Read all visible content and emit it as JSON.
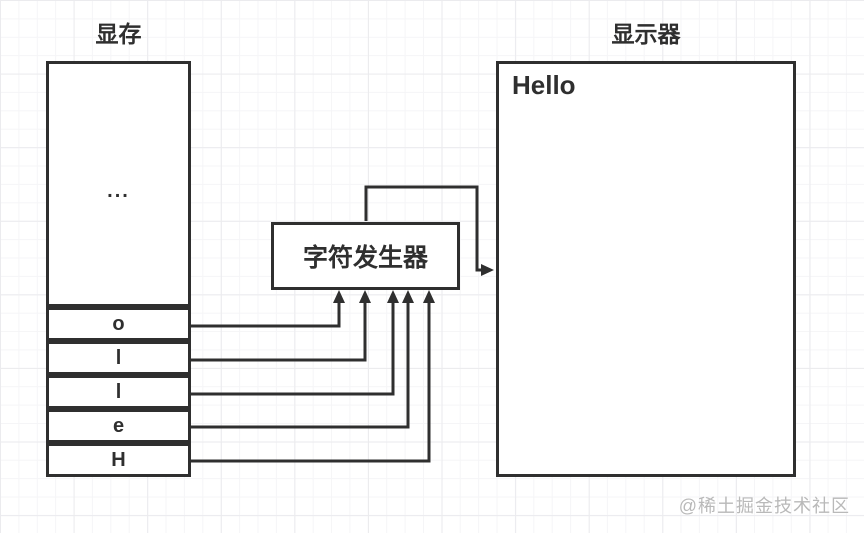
{
  "memory": {
    "title": "显存",
    "ellipsis": "...",
    "cells": [
      "o",
      "l",
      "l",
      "e",
      "H"
    ]
  },
  "generator": {
    "label": "字符发生器"
  },
  "display": {
    "title": "显示器",
    "content": "Hello"
  },
  "watermark": "@稀土掘金技术社区",
  "colors": {
    "stroke": "#2f2f2f",
    "watermark_text": "#b9b9b9",
    "canvas_background": "#ffffff",
    "grid_minor": "#f5f5f7",
    "grid_major": "#ebebee"
  }
}
